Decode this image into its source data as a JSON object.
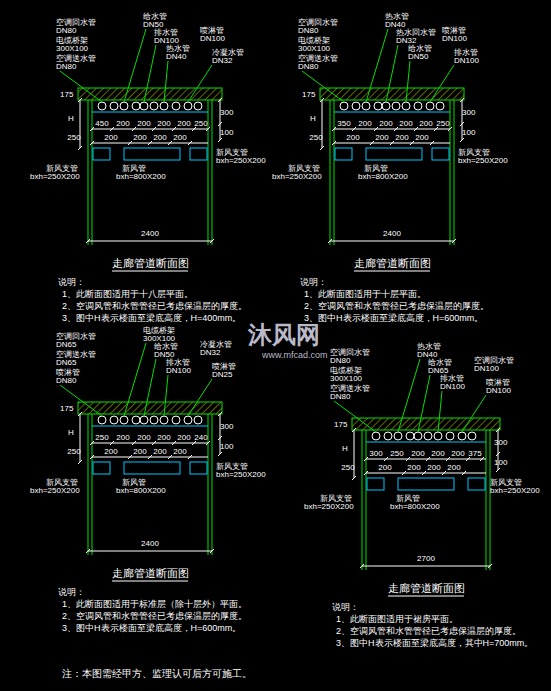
{
  "diagram": {
    "labels": [
      "空调回水管",
      "DN80",
      "电缆桥架",
      "300X100",
      "空调送水管",
      "DN80",
      "给水管",
      "DN50",
      "排水管",
      "DN100",
      "热水管",
      "DN40",
      "喷淋管",
      "DN100",
      "冷凝水管",
      "DN32",
      "175",
      "H",
      "450",
      "200",
      "200",
      "200",
      "200",
      "250",
      "250",
      "200",
      "200",
      "200",
      "200",
      "300",
      "100",
      "新风支管",
      "bxh=250X200",
      "新风管",
      "bxh=800X200",
      "新风支管",
      "bxh=250X200",
      "2400",
      "走廊管道断面图",
      "说明：",
      "1、此断面图适用于十八层平面。",
      "2、空调风管和水管管径已考虑保温层的厚度。",
      "3、图中H表示楼面至梁底高度，H=400mm。",
      "空调回水管",
      "DN80",
      "电缆桥架",
      "300X100",
      "空调送水管",
      "DN80",
      "热水管",
      "DN40",
      "热水回水管",
      "DN32",
      "给水管",
      "DN50",
      "喷淋管",
      "DN100",
      "排水管",
      "DN100",
      "175",
      "H",
      "350",
      "200",
      "200",
      "200",
      "200",
      "250",
      "250",
      "200",
      "200",
      "200",
      "200",
      "300",
      "100",
      "新风支管",
      "bxh=250X200",
      "新风管",
      "bxh=800X200",
      "新风支管",
      "bxh=250X200",
      "2400",
      "走廊管道断面图",
      "说明：",
      "1、此断面图适用于十层平面。",
      "2、空调风管和水管管径已考虑保温层的厚度。",
      "3、图中H表示楼面至梁底高度，H=600mm。",
      "空调回水管",
      "DN65",
      "空调送水管",
      "DN65",
      "喷淋管",
      "DN80",
      "电缆桥架",
      "300X100",
      "给水管",
      "DN50",
      "排水管",
      "DN100",
      "冷凝水管",
      "DN32",
      "喷淋管",
      "DN25",
      "175",
      "H",
      "250",
      "200",
      "200",
      "200",
      "200",
      "240",
      "250",
      "200",
      "200",
      "200",
      "200",
      "300",
      "100",
      "新风支管",
      "bxh=250X200",
      "新风管",
      "bxh=800X200",
      "新风支管",
      "bxh=250X200",
      "2400",
      "走廊管道断面图",
      "说明：",
      "1、此断面图适用于标准层（除十层外）平面。",
      "2、空调风管和水管管径已考虑保温层的厚度。",
      "3、图中H表示楼面至梁底高度，H=600mm。",
      "空调回水管",
      "DN80",
      "电缆桥架",
      "300X100",
      "空调送水管",
      "DN80",
      "热水管",
      "DN40",
      "给水管",
      "DN65",
      "排水管",
      "DN100",
      "空调回水管",
      "DN100",
      "喷淋管",
      "DN100",
      "175",
      "H",
      "300",
      "250",
      "200",
      "200",
      "200",
      "375",
      "250",
      "200",
      "200",
      "200",
      "200",
      "300",
      "100",
      "新风支管",
      "bxh=250X200",
      "新风管",
      "bxh=800X200",
      "新风支管",
      "bxh=250X200",
      "2700",
      "走廊管道断面图",
      "说明：",
      "1、此断面图适用于裙房平面。",
      "2、空调风管和水管管径已考虑保温层的厚度。",
      "3、图中H表示楼面至梁底高度，其中H=700mm。",
      "注：本图需经甲方、监理认可后方可施工。",
      "沐风网",
      "www.mfcad.com"
    ]
  }
}
